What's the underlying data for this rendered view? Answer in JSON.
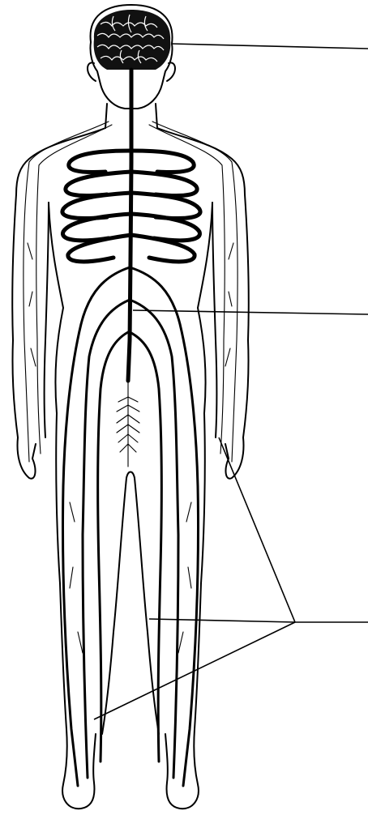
{
  "diagram": {
    "labels": [
      {
        "id": "brain",
        "text": ""
      },
      {
        "id": "spinal-cord",
        "text": ""
      },
      {
        "id": "nerves",
        "text": ""
      }
    ]
  }
}
